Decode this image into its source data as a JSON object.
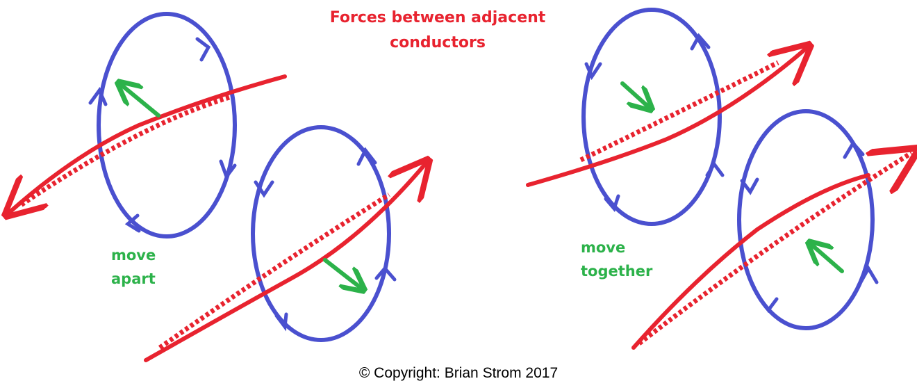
{
  "title_line1": "Forces between adjacent",
  "title_line2": "conductors",
  "label_apart_line1": "move",
  "label_apart_line2": "apart",
  "label_together_line1": "move",
  "label_together_line2": "together",
  "copyright": "© Copyright: Brian Strom 2017",
  "colors": {
    "conductor": "#e8232f",
    "field_loop": "#4a50cf",
    "force": "#2cb24a",
    "text_title": "#e8232f",
    "text_label": "#2cb24a"
  }
}
